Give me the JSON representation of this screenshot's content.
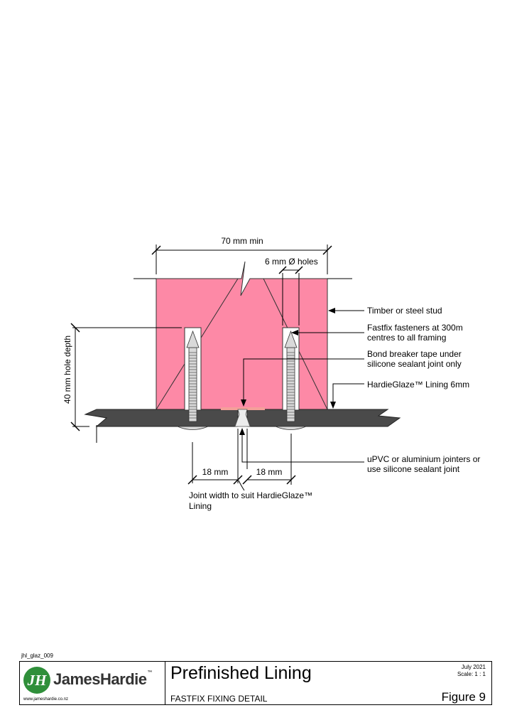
{
  "labels": {
    "width_dim": "70 mm min",
    "holes": "6 mm Ø holes",
    "stud": "Timber or steel stud",
    "fasteners_1": "Fastfix fasteners at 300m",
    "fasteners_2": "centres to all framing",
    "bond_1": "Bond breaker tape under",
    "bond_2": "silicone sealant joint only",
    "lining": "HardieGlaze™ Lining 6mm",
    "depth": "40 mm hole depth",
    "jointer_1": "uPVC or aluminium jointers or",
    "jointer_2": "use silicone sealant joint",
    "dim_left": "18 mm",
    "dim_right": "18 mm",
    "joint_1": "Joint width to suit HardieGlaze™",
    "joint_2": "Lining"
  },
  "colors": {
    "stud": "#fd89a6",
    "lining": "#4a4a4a",
    "tape": "#f4a09a",
    "fastener": "#d9d9d9",
    "logo": "#2f8f3a"
  },
  "title_block": {
    "drawing_code": "jhl_glaz_009",
    "logo_text": "JamesHardie",
    "logo_tm": "™",
    "logo_mark": "JH",
    "url": "www.jameshardie.co.nz",
    "title": "Prefinished Lining",
    "subtitle": "FASTFIX FIXING DETAIL",
    "date": "July 2021",
    "scale": "Scale: 1 : 1",
    "figure": "Figure 9"
  }
}
